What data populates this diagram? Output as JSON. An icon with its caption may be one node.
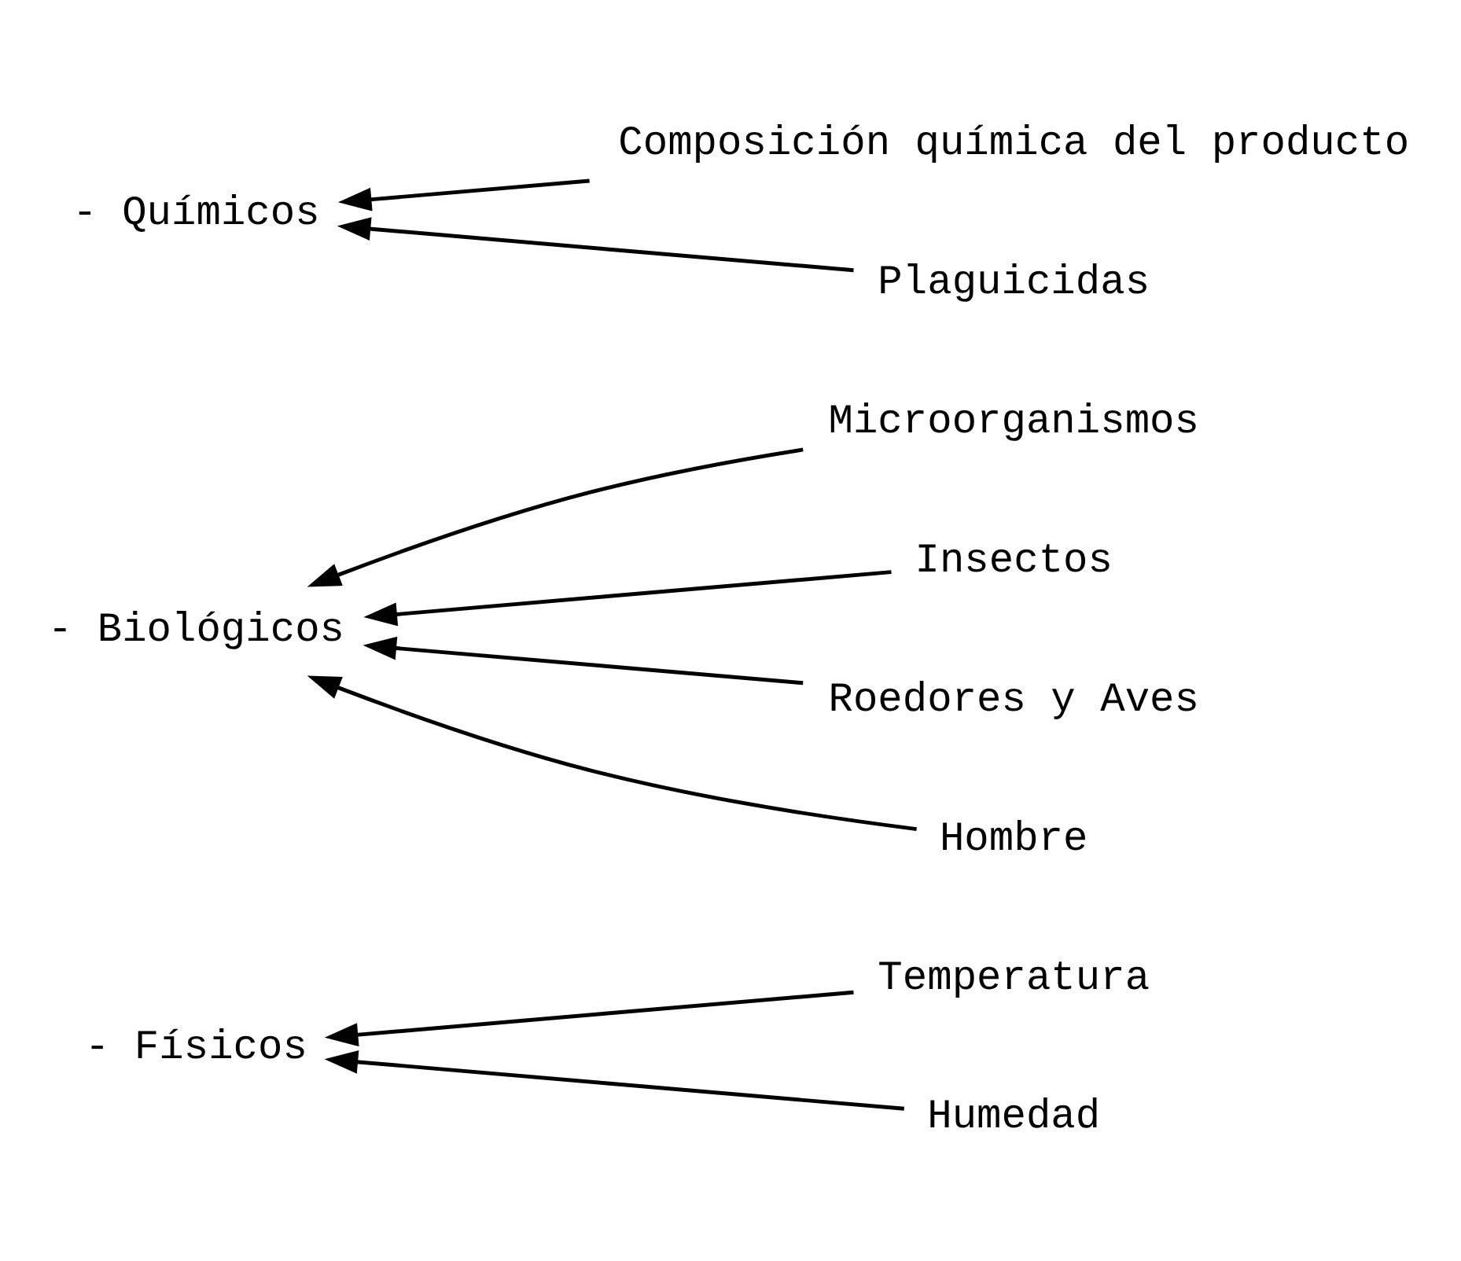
{
  "diagram": {
    "nodes": [
      {
        "text": [
          "- Físicos"
        ]
      },
      {
        "text": [
          "Temperatura"
        ]
      },
      {
        "text": [
          "Humedad"
        ]
      },
      {
        "text": [
          "- Biológicos"
        ]
      },
      {
        "text": [
          "Microorganismos"
        ]
      },
      {
        "text": [
          "Insectos"
        ]
      },
      {
        "text": [
          "Roedores y Aves"
        ]
      },
      {
        "text": [
          "Hombre"
        ]
      },
      {
        "text": [
          "- Químicos"
        ]
      },
      {
        "text": [
          "Composición química del producto"
        ]
      },
      {
        "text": [
          "Plaguicidas"
        ]
      }
    ],
    "edges": [
      {
        "from": 1,
        "to": 0,
        "arrow": "to"
      },
      {
        "from": 2,
        "to": 0,
        "arrow": "to"
      },
      {
        "from": 4,
        "to": 3,
        "arrow": "to"
      },
      {
        "from": 5,
        "to": 3,
        "arrow": "to"
      },
      {
        "from": 6,
        "to": 3,
        "arrow": "to"
      },
      {
        "from": 7,
        "to": 3,
        "arrow": "to"
      },
      {
        "from": 9,
        "to": 8,
        "arrow": "to"
      },
      {
        "from": 10,
        "to": 8,
        "arrow": "to"
      }
    ]
  }
}
